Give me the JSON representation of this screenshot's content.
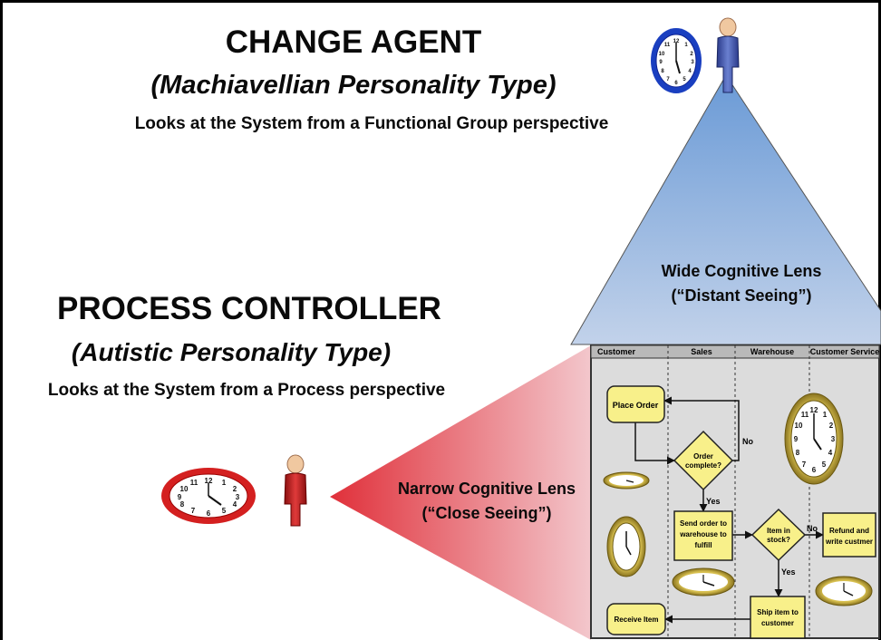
{
  "change_agent": {
    "title": "CHANGE AGENT",
    "personality": "(Machiavellian Personality Type)",
    "perspective": "Looks at the System from a Functional Group perspective"
  },
  "process_controller": {
    "title": "PROCESS CONTROLLER",
    "personality": "(Autistic Personality Type)",
    "perspective": "Looks at the System from a Process perspective"
  },
  "wide_lens": {
    "line1": "Wide Cognitive Lens",
    "line2": "(“Distant Seeing”)"
  },
  "narrow_lens": {
    "line1": "Narrow Cognitive Lens",
    "line2": "(“Close Seeing”)"
  },
  "flowchart": {
    "lanes": [
      "Customer",
      "Sales",
      "Warehouse",
      "Customer Service"
    ],
    "place_order": "Place Order",
    "order_complete": [
      "Order",
      "complete?"
    ],
    "send_order": [
      "Send order to",
      "warehouse to",
      "fulfill"
    ],
    "item_in_stock": [
      "Item in",
      "stock?"
    ],
    "refund": [
      "Refund and",
      "write custmer"
    ],
    "ship_item": [
      "Ship item to",
      "customer"
    ],
    "receive_item": "Receive Item",
    "yes": "Yes",
    "no": "No"
  },
  "colors": {
    "wide_lens_top": "#6a9ad6",
    "wide_lens_bottom": "#c2d2ea",
    "narrow_lens_left": "#e0303a",
    "narrow_lens_right": "#f3c7cc",
    "flow_box": "#f8f08a",
    "clock_gold": "#b8a035",
    "clock_blue": "#1a3fc0",
    "clock_red": "#d42020"
  },
  "icons": {
    "blue_clock": "clock-icon",
    "red_clock": "clock-icon",
    "gold_clock": "clock-icon",
    "person": "person-icon"
  }
}
